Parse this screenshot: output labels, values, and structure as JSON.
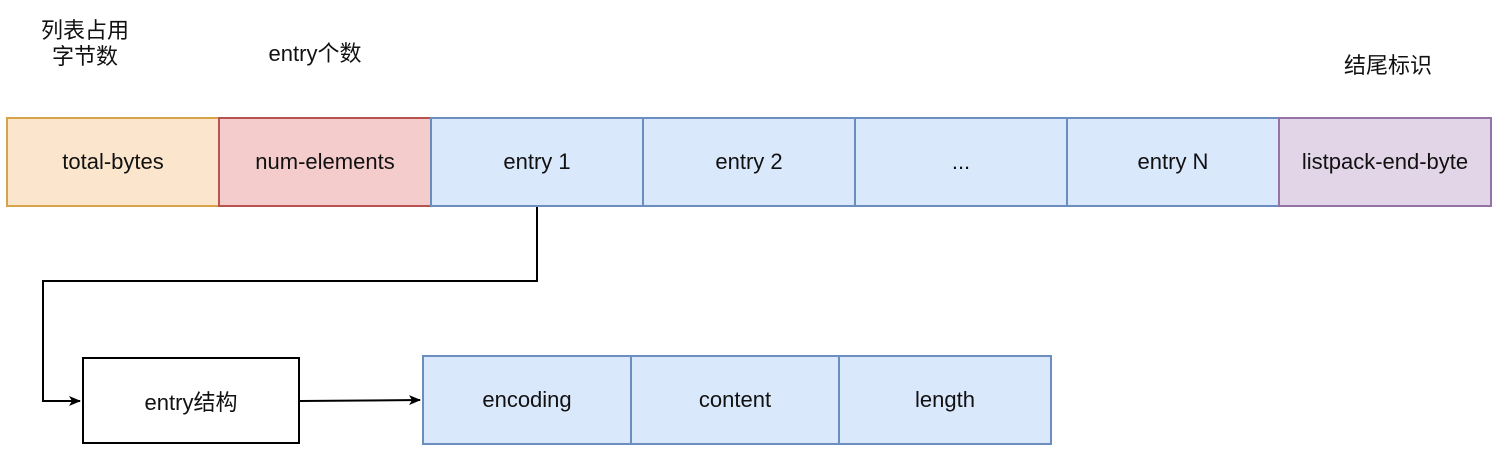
{
  "annotations": {
    "total_bytes_note_line1": "列表占用",
    "total_bytes_note_line2": "字节数",
    "num_elements_note": "entry个数",
    "end_byte_note": "结尾标识"
  },
  "listpack": [
    {
      "label": "total-bytes",
      "fill": "#fce5cd",
      "stroke": "#d6a24a"
    },
    {
      "label": "num-elements",
      "fill": "#f4cccc",
      "stroke": "#b85450"
    },
    {
      "label": "entry 1",
      "fill": "#dae8fc",
      "stroke": "#6c8ebf"
    },
    {
      "label": "entry 2",
      "fill": "#dae8fc",
      "stroke": "#6c8ebf"
    },
    {
      "label": "...",
      "fill": "#dae8fc",
      "stroke": "#6c8ebf"
    },
    {
      "label": "entry N",
      "fill": "#dae8fc",
      "stroke": "#6c8ebf"
    },
    {
      "label": "listpack-end-byte",
      "fill": "#e1d5e7",
      "stroke": "#9673a6"
    }
  ],
  "entry_structure": {
    "title": "entry结构",
    "fields": [
      {
        "label": "encoding",
        "fill": "#dae8fc",
        "stroke": "#6c8ebf"
      },
      {
        "label": "content",
        "fill": "#dae8fc",
        "stroke": "#6c8ebf"
      },
      {
        "label": "length",
        "fill": "#dae8fc",
        "stroke": "#6c8ebf"
      }
    ]
  }
}
